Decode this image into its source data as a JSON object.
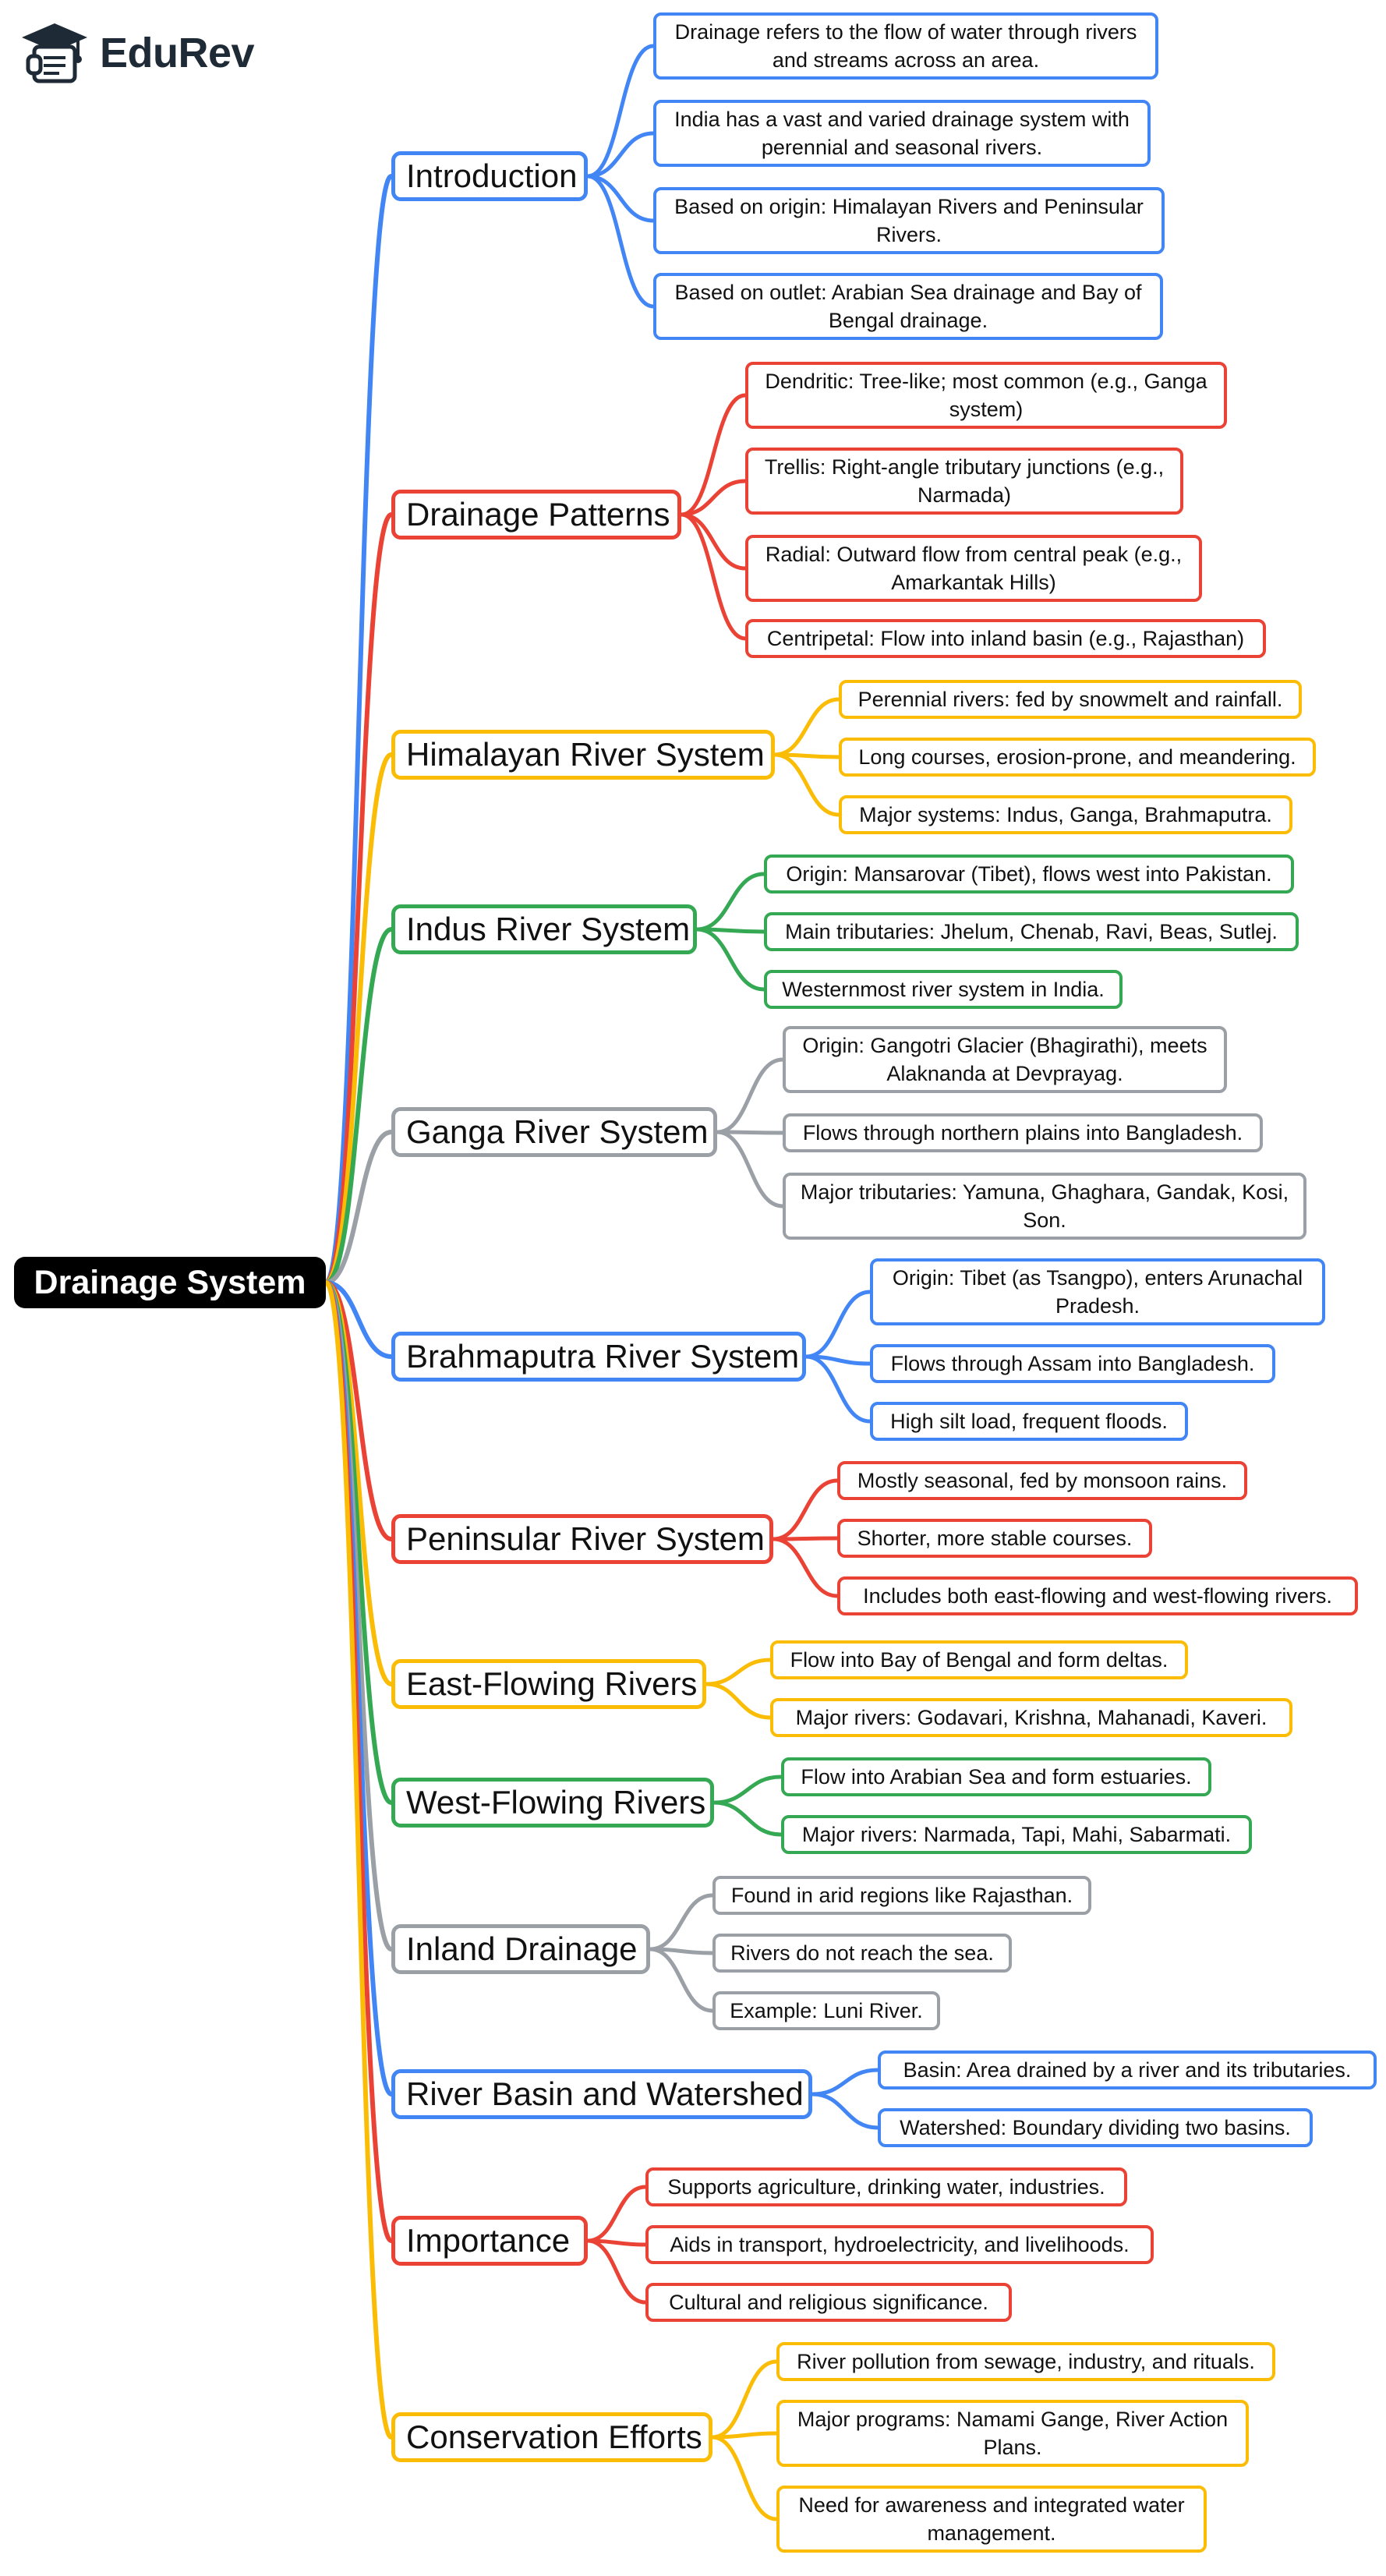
{
  "logo": {
    "text": "EduRev",
    "icon": "graduation-cap-scroll-icon"
  },
  "colors": {
    "blue": "#4285F4",
    "red": "#EA4335",
    "yellow": "#FBBC05",
    "green": "#34A853",
    "gray": "#9AA0A6",
    "root_bg": "#000000"
  },
  "root": {
    "label": "Drainage System"
  },
  "branches": [
    {
      "label": "Introduction",
      "color": "blue",
      "leaves": [
        "Drainage refers to the flow of water through rivers and streams across an area.",
        "India has a vast and varied drainage system with perennial and seasonal rivers.",
        "Based on origin: Himalayan Rivers and Peninsular Rivers.",
        "Based on outlet: Arabian Sea drainage and Bay of Bengal drainage."
      ]
    },
    {
      "label": "Drainage Patterns",
      "color": "red",
      "leaves": [
        "Dendritic: Tree-like; most common (e.g., Ganga system)",
        "Trellis: Right-angle tributary junctions (e.g., Narmada)",
        "Radial: Outward flow from central peak (e.g., Amarkantak Hills)",
        "Centripetal: Flow into inland basin (e.g., Rajasthan)"
      ]
    },
    {
      "label": "Himalayan River System",
      "color": "yellow",
      "leaves": [
        "Perennial rivers: fed by snowmelt and rainfall.",
        "Long courses, erosion-prone, and meandering.",
        "Major systems: Indus, Ganga, Brahmaputra."
      ]
    },
    {
      "label": "Indus River System",
      "color": "green",
      "leaves": [
        "Origin: Mansarovar (Tibet), flows west into Pakistan.",
        "Main tributaries: Jhelum, Chenab, Ravi, Beas, Sutlej.",
        "Westernmost river system in India."
      ]
    },
    {
      "label": "Ganga River System",
      "color": "gray",
      "leaves": [
        "Origin: Gangotri Glacier (Bhagirathi), meets Alaknanda at Devprayag.",
        "Flows through northern plains into Bangladesh.",
        "Major tributaries: Yamuna, Ghaghara, Gandak, Kosi, Son."
      ]
    },
    {
      "label": "Brahmaputra River System",
      "color": "blue",
      "leaves": [
        "Origin: Tibet (as Tsangpo), enters Arunachal Pradesh.",
        "Flows through Assam into Bangladesh.",
        "High silt load, frequent floods."
      ]
    },
    {
      "label": "Peninsular River System",
      "color": "red",
      "leaves": [
        "Mostly seasonal, fed by monsoon rains.",
        "Shorter, more stable courses.",
        "Includes both east-flowing and west-flowing rivers."
      ]
    },
    {
      "label": "East-Flowing Rivers",
      "color": "yellow",
      "leaves": [
        "Flow into Bay of Bengal and form deltas.",
        "Major rivers: Godavari, Krishna, Mahanadi, Kaveri."
      ]
    },
    {
      "label": "West-Flowing Rivers",
      "color": "green",
      "leaves": [
        "Flow into Arabian Sea and form estuaries.",
        "Major rivers: Narmada, Tapi, Mahi, Sabarmati."
      ]
    },
    {
      "label": "Inland Drainage",
      "color": "gray",
      "leaves": [
        "Found in arid regions like Rajasthan.",
        "Rivers do not reach the sea.",
        "Example: Luni River."
      ]
    },
    {
      "label": "River Basin and Watershed",
      "color": "blue",
      "leaves": [
        "Basin: Area drained by a river and its tributaries.",
        "Watershed: Boundary dividing two basins."
      ]
    },
    {
      "label": "Importance",
      "color": "red",
      "leaves": [
        "Supports agriculture, drinking water, industries.",
        "Aids in transport, hydroelectricity, and livelihoods.",
        "Cultural and religious significance."
      ]
    },
    {
      "label": "Conservation Efforts",
      "color": "yellow",
      "leaves": [
        "River pollution from sewage, industry, and rituals.",
        "Major programs: Namami Gange, River Action Plans.",
        "Need for awareness and integrated water management."
      ]
    }
  ]
}
